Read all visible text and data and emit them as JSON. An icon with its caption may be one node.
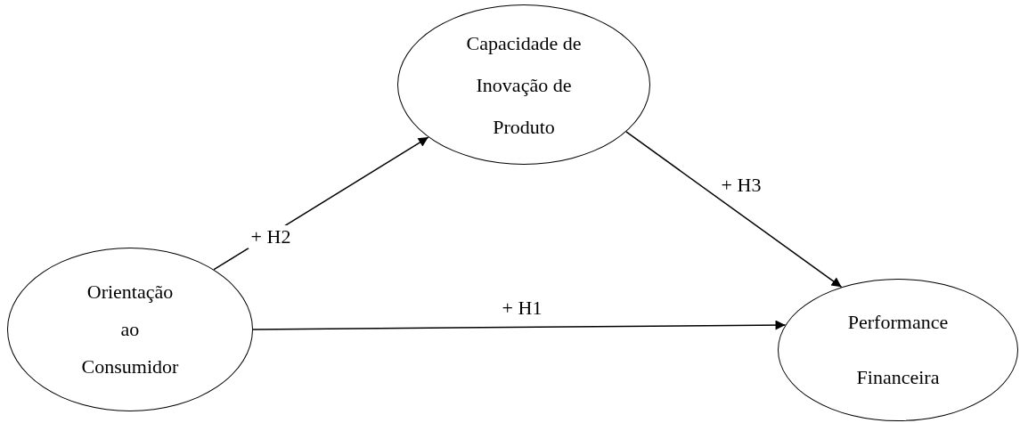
{
  "diagram": {
    "nodes": [
      {
        "text": [
          "Capacidade de Inovação de Produto"
        ]
      },
      {
        "text": [
          "Orientação ao Consumidor"
        ]
      },
      {
        "text": [
          "Performance Financeira"
        ]
      }
    ],
    "edges": [
      {
        "from": 1,
        "to": 0,
        "arrow": "to",
        "label": "+ H2"
      },
      {
        "from": 0,
        "to": 2,
        "arrow": "to",
        "label": "+ H3"
      },
      {
        "from": 1,
        "to": 2,
        "arrow": "to",
        "label": "+ H1"
      }
    ]
  }
}
